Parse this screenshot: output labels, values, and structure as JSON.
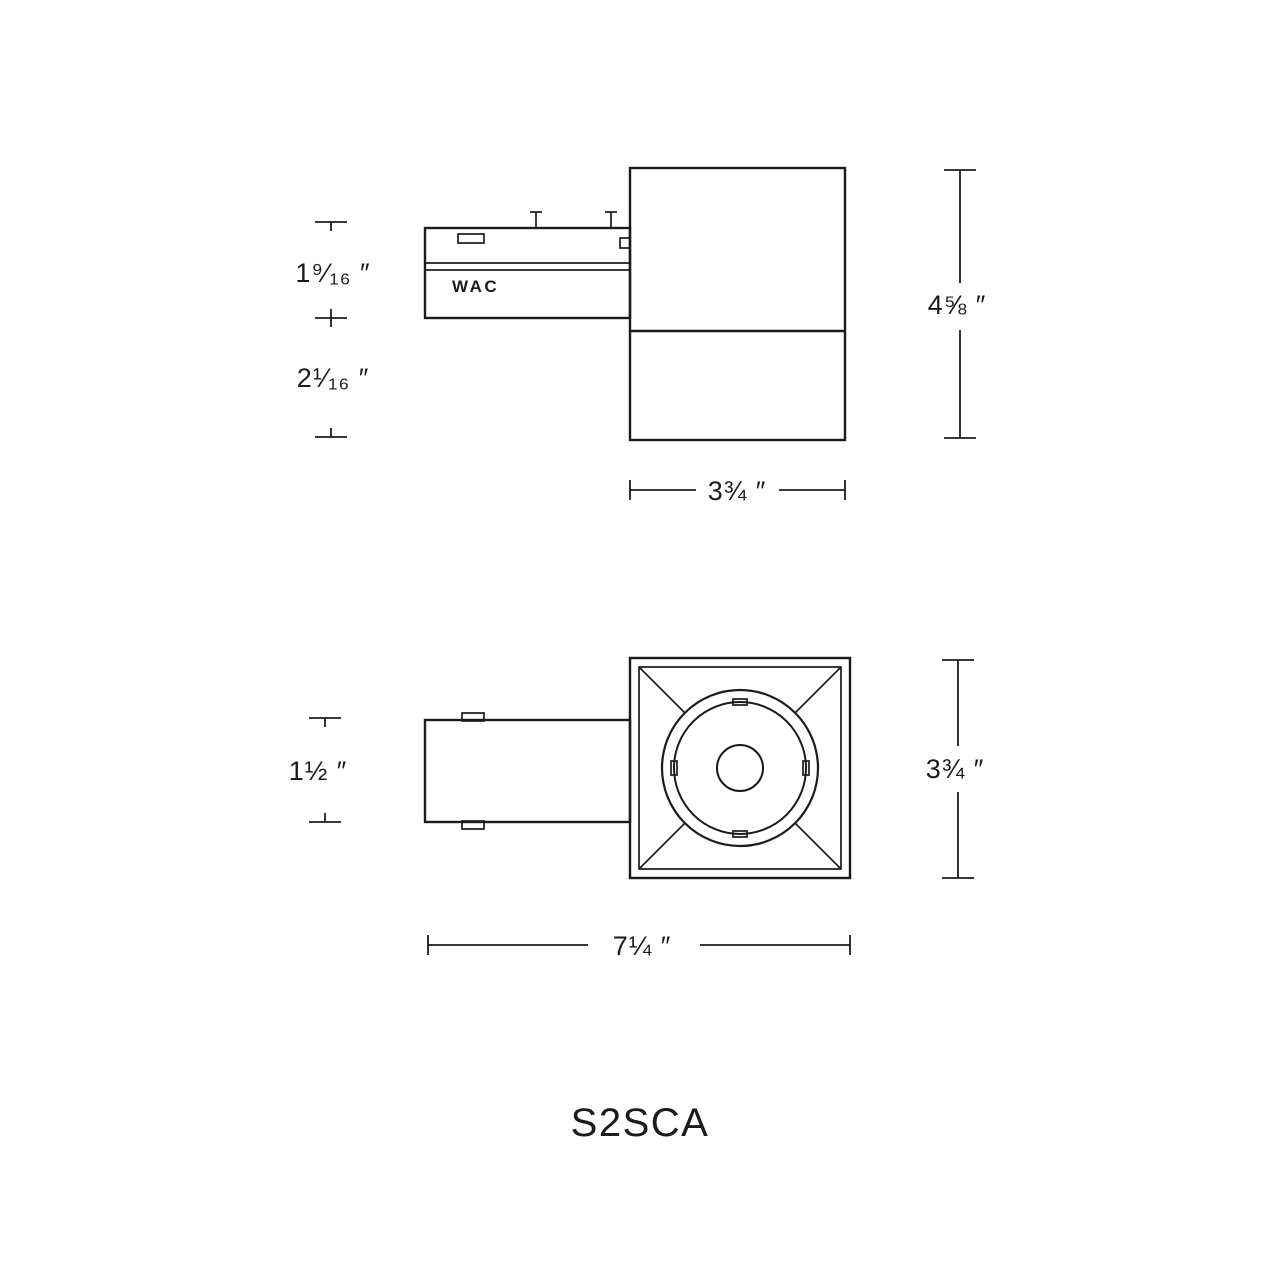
{
  "title": "S2SCA",
  "logo": "WAC",
  "side_view": {
    "dim_adapter_height": "1⁹⁄₁₆ ″",
    "dim_lower_height": "2¹⁄₁₆ ″",
    "dim_overall_height": "4⅝ ″",
    "dim_head_width": "3¾ ″"
  },
  "plan_view": {
    "dim_arm_width": "1½ ″",
    "dim_head_depth": "3¾ ″",
    "dim_overall_length": "7¼ ″"
  }
}
